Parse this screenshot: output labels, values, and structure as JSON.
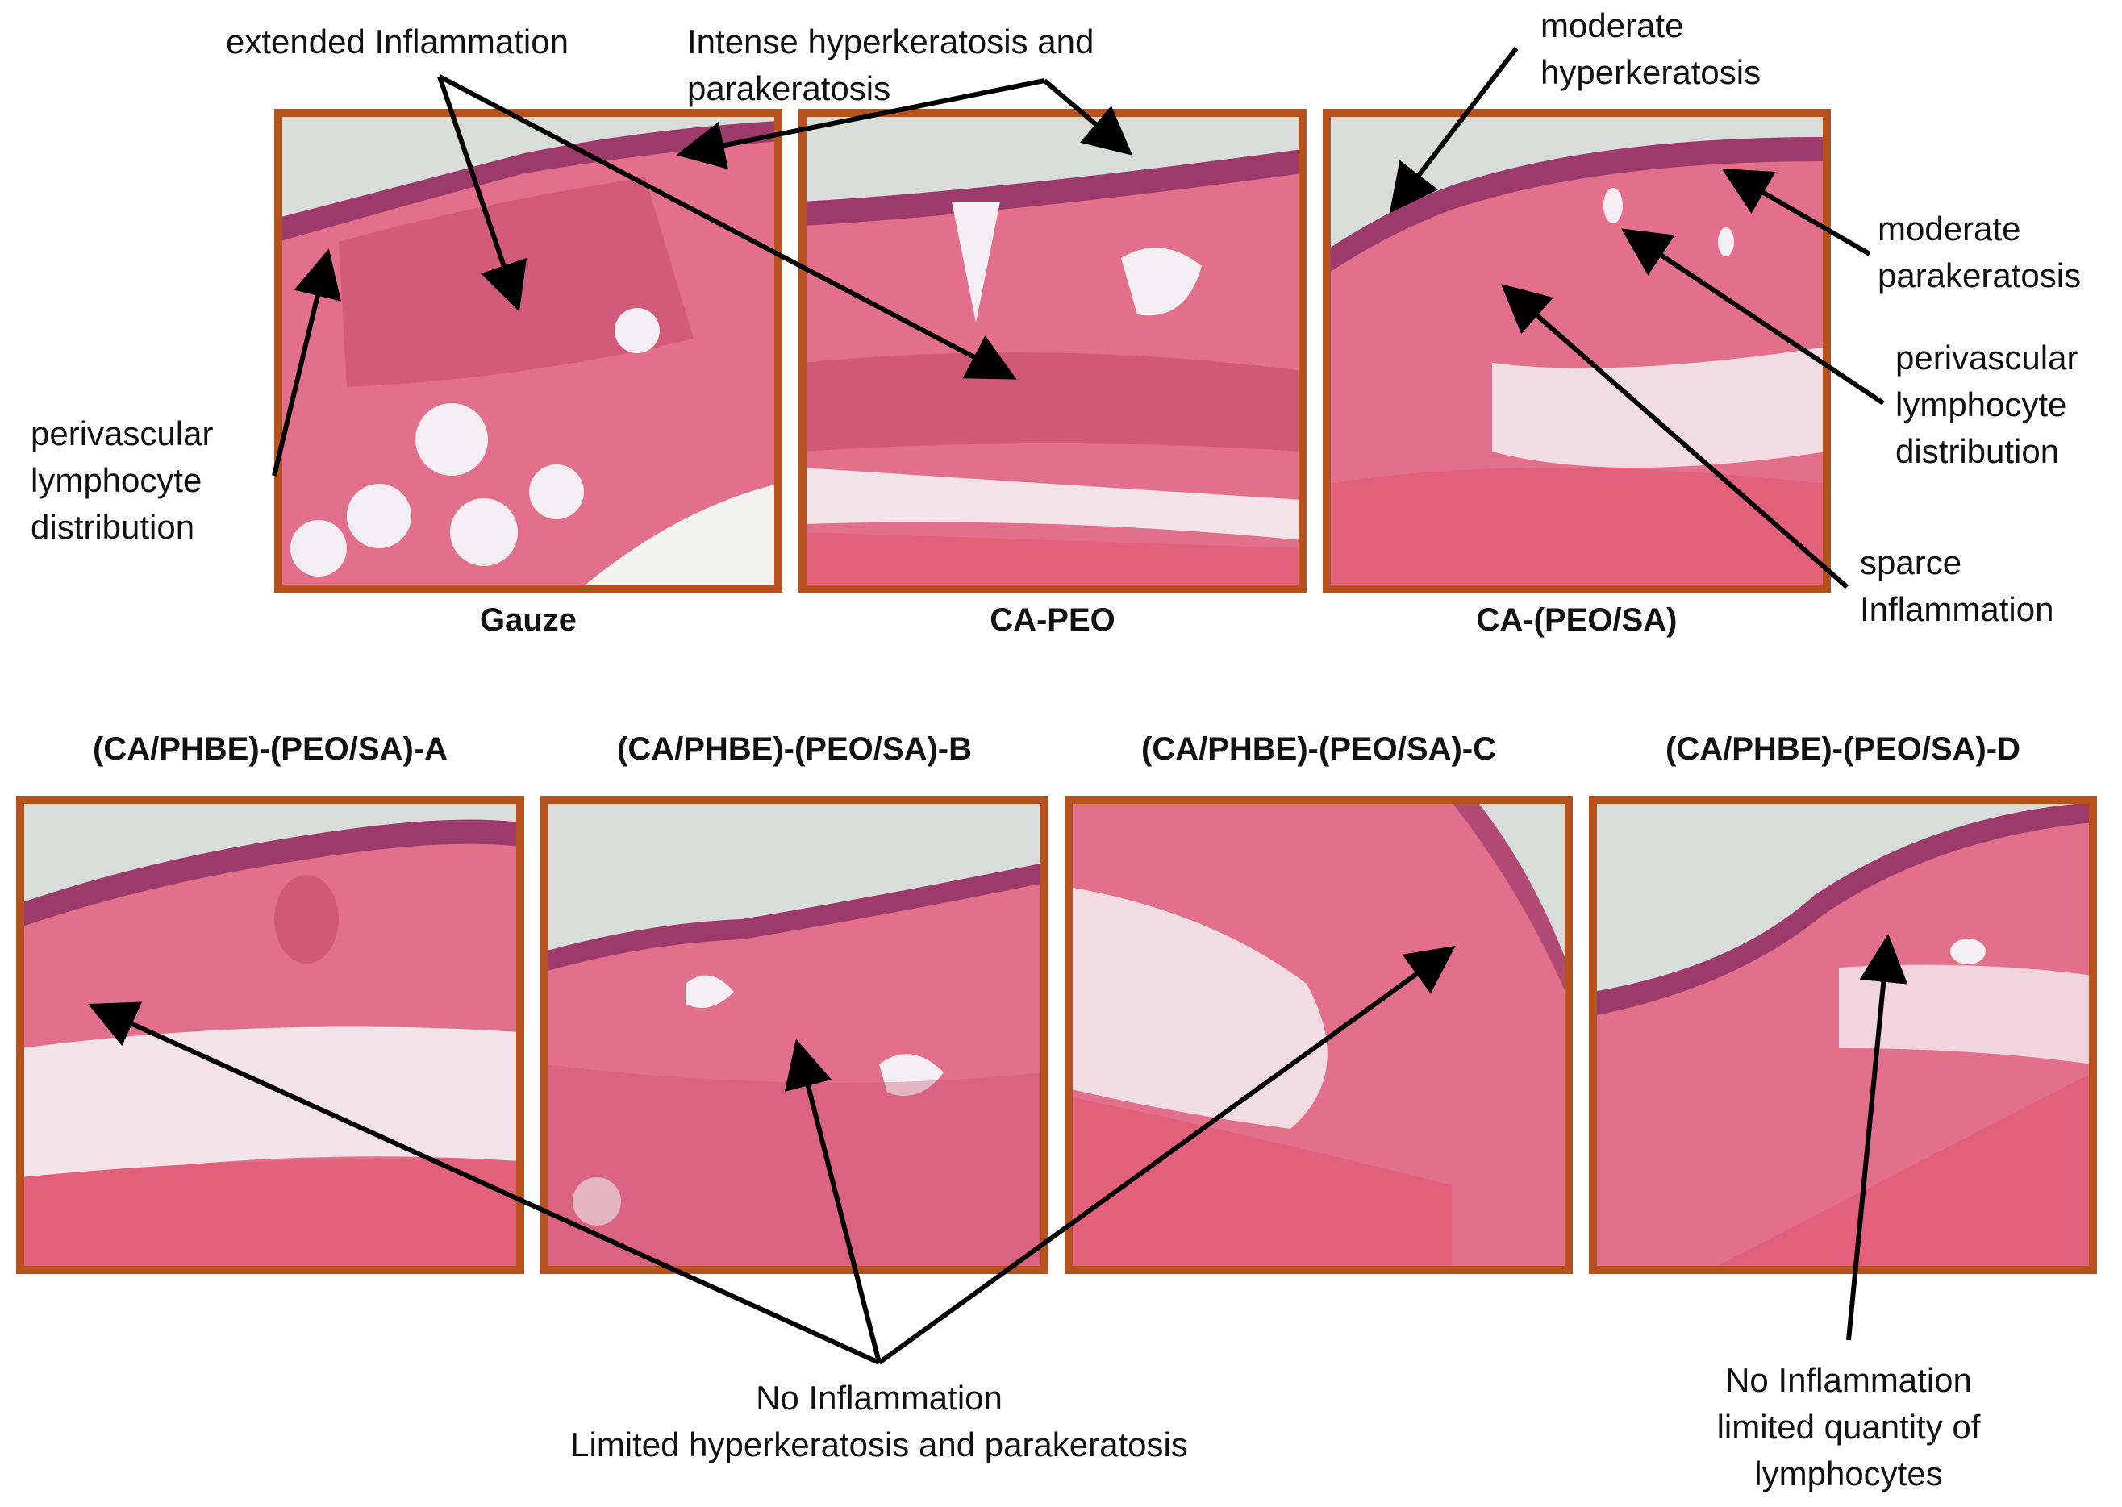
{
  "colors": {
    "frame": "#b5521e",
    "tissue": "#e3708a",
    "tissue_dark": "#c54a6c",
    "epidermis": "#9b3a6b",
    "background": "#d9ddd9",
    "fat": "#f4eef2",
    "muscle": "#e2607a",
    "arrow": "#000000"
  },
  "panels": [
    {
      "id": "gauze",
      "title": "Gauze"
    },
    {
      "id": "ca-peo",
      "title": "CA-PEO"
    },
    {
      "id": "ca-peo-sa",
      "title": "CA-(PEO/SA)"
    },
    {
      "id": "a",
      "title": "(CA/PHBE)-(PEO/SA)-A"
    },
    {
      "id": "b",
      "title": "(CA/PHBE)-(PEO/SA)-B"
    },
    {
      "id": "c",
      "title": "(CA/PHBE)-(PEO/SA)-C"
    },
    {
      "id": "d",
      "title": "(CA/PHBE)-(PEO/SA)-D"
    }
  ],
  "annotations": {
    "extended_inflammation": "extended Inflammation",
    "intense_hyper": [
      "Intense hyperkeratosis and",
      "parakeratosis"
    ],
    "moderate_hyper": [
      "moderate",
      "hyperkeratosis"
    ],
    "moderate_para": [
      "moderate",
      "parakeratosis"
    ],
    "perivascular_left": [
      "perivascular",
      "lymphocyte",
      "distribution"
    ],
    "perivascular_right": [
      "perivascular",
      "lymphocyte",
      "distribution"
    ],
    "sparce": [
      "sparce",
      "Inflammation"
    ],
    "no_inflam_center": [
      "No Inflammation",
      "Limited hyperkeratosis and  parakeratosis"
    ],
    "no_inflam_right": [
      "No Inflammation",
      "limited quantity of",
      "lymphocytes"
    ]
  }
}
